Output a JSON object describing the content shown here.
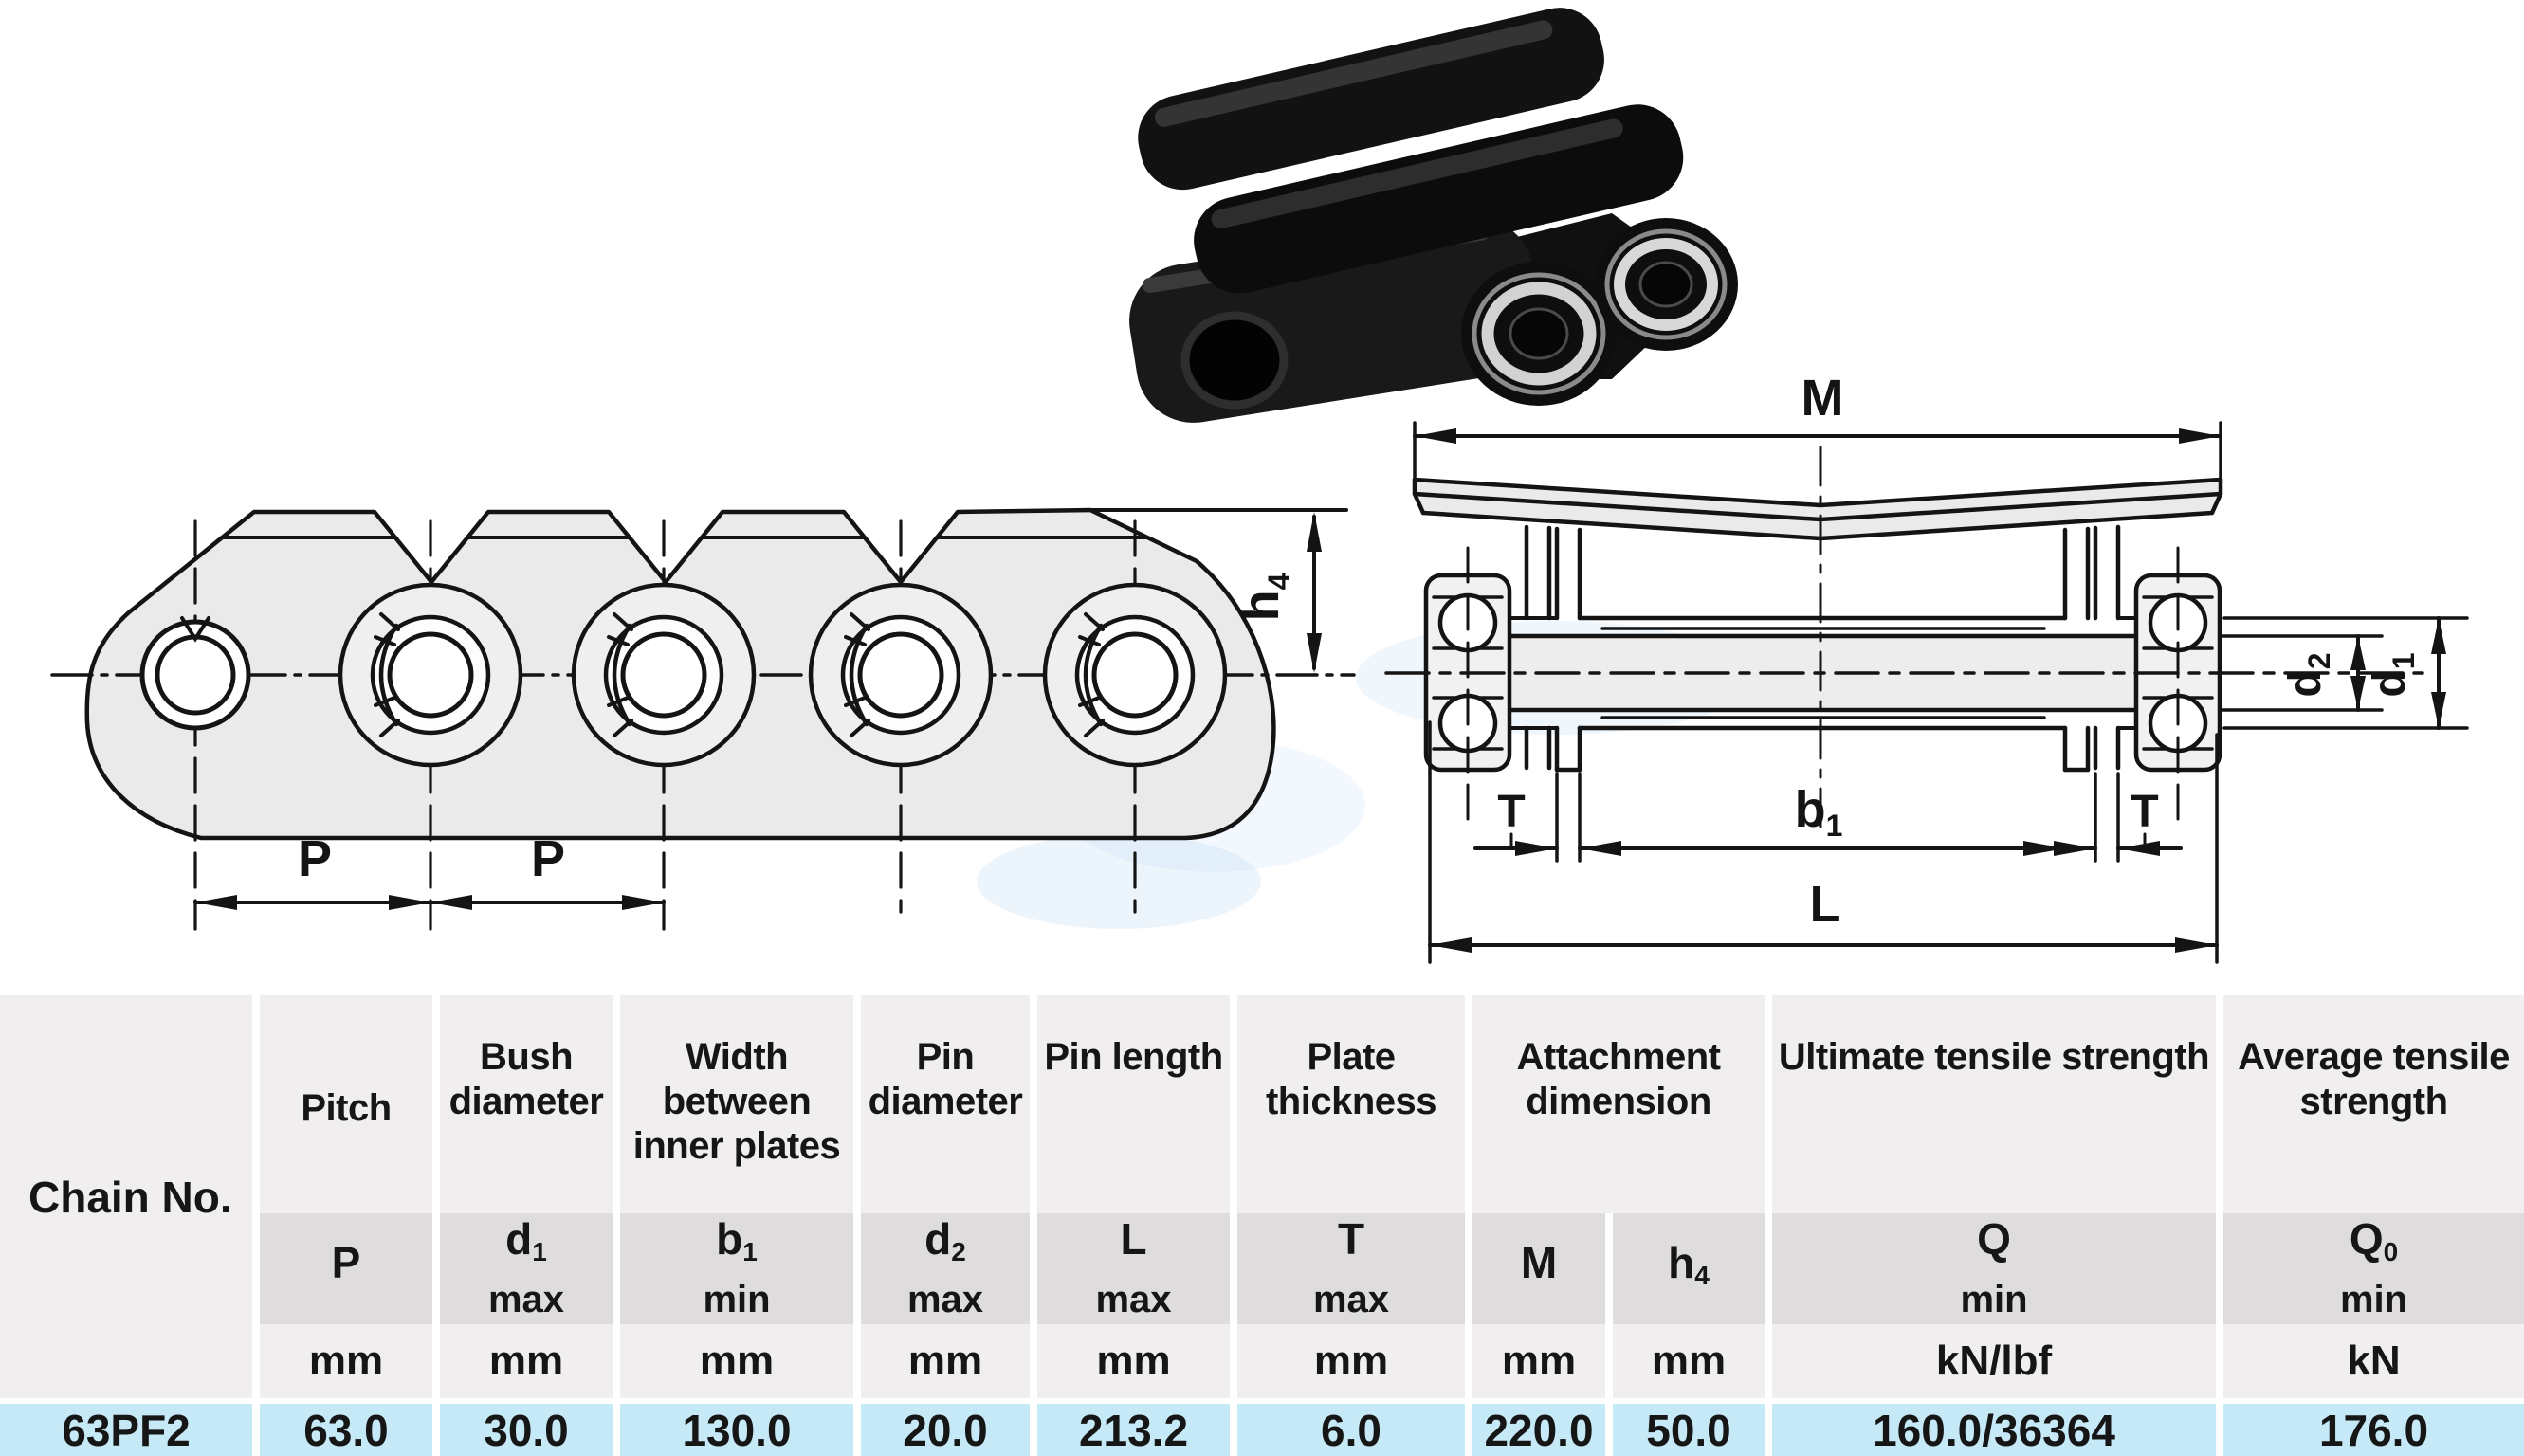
{
  "drawings": {
    "side_view": {
      "pitch_label_1": "P",
      "pitch_label_2": "P",
      "height_label": {
        "base": "h",
        "sub": "4"
      }
    },
    "section_view": {
      "attachment_width_label": "M",
      "pin_dia_label": {
        "base": "d",
        "sub": "2"
      },
      "bush_dia_label": {
        "base": "d",
        "sub": "1"
      },
      "plate_thickness_label_left": "T",
      "plate_thickness_label_right": "T",
      "inner_width_label": {
        "base": "b",
        "sub": "1"
      },
      "pin_length_label": "L"
    }
  },
  "table": {
    "chain_no_label": "Chain No.",
    "headers": [
      "Pitch",
      "Bush diameter",
      "Width between inner plates",
      "Pin diameter",
      "Pin length",
      "Plate thickness",
      "Attachment dimension",
      "Ultimate tensile strength",
      "Average tensile strength"
    ],
    "symbols": [
      {
        "main": "P",
        "sub": "",
        "qual": ""
      },
      {
        "main": "d",
        "sub": "1",
        "qual": "max"
      },
      {
        "main": "b",
        "sub": "1",
        "qual": "min"
      },
      {
        "main": "d",
        "sub": "2",
        "qual": "max"
      },
      {
        "main": "L",
        "sub": "",
        "qual": "max"
      },
      {
        "main": "T",
        "sub": "",
        "qual": "max"
      },
      {
        "main": "M",
        "sub": "",
        "qual": ""
      },
      {
        "main": "h",
        "sub": "4",
        "qual": ""
      },
      {
        "main": "Q",
        "sub": "",
        "qual": "min"
      },
      {
        "main": "Q",
        "sub": "0",
        "qual": "min"
      }
    ],
    "units": [
      "mm",
      "mm",
      "mm",
      "mm",
      "mm",
      "mm",
      "mm",
      "mm",
      "kN/lbf",
      "kN"
    ],
    "row": {
      "chain_no": "63PF2",
      "values": [
        "63.0",
        "30.0",
        "130.0",
        "20.0",
        "213.2",
        "6.0",
        "220.0",
        "50.0",
        "160.0/36364",
        "176.0"
      ]
    }
  },
  "colors": {
    "header_bg": "#f0eeee",
    "symbol_bg": "#dedcdc",
    "data_bg": "#c6e9f7",
    "line": "#141414",
    "plate_fill": "#eaeaea"
  }
}
